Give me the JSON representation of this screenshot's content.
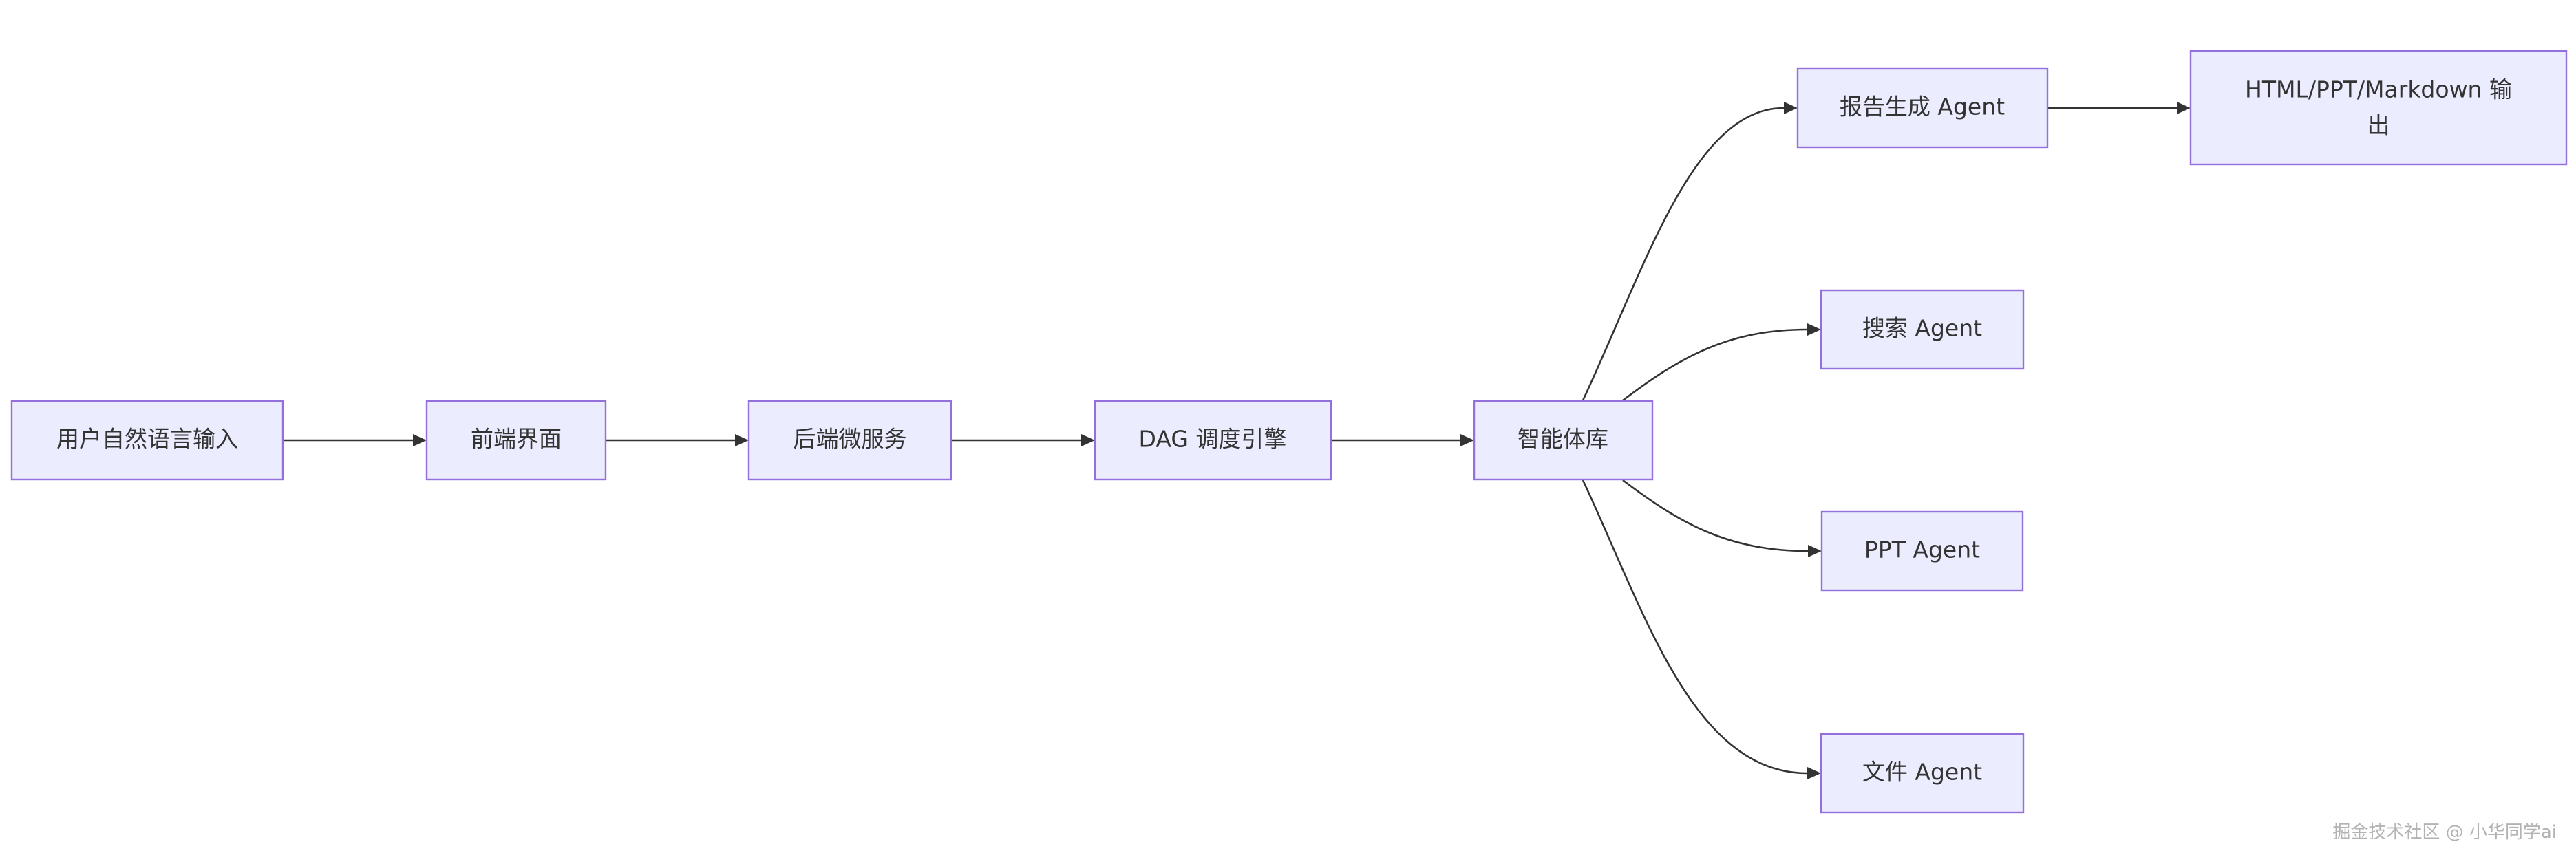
{
  "diagram": {
    "type": "flowchart",
    "direction": "LR",
    "nodes": {
      "user_input": {
        "label": "用户自然语言输入"
      },
      "frontend": {
        "label": "前端界面"
      },
      "backend": {
        "label": "后端微服务"
      },
      "dag": {
        "label": "DAG 调度引擎"
      },
      "agent_lib": {
        "label": "智能体库"
      },
      "report_agent": {
        "label": "报告生成 Agent"
      },
      "output": {
        "label_line1": "HTML/PPT/Markdown 输",
        "label_line2": "出"
      },
      "search_agent": {
        "label": "搜索 Agent"
      },
      "ppt_agent": {
        "label": "PPT Agent"
      },
      "file_agent": {
        "label": "文件 Agent"
      }
    },
    "edges": [
      [
        "user_input",
        "frontend"
      ],
      [
        "frontend",
        "backend"
      ],
      [
        "backend",
        "dag"
      ],
      [
        "dag",
        "agent_lib"
      ],
      [
        "agent_lib",
        "report_agent"
      ],
      [
        "agent_lib",
        "search_agent"
      ],
      [
        "agent_lib",
        "ppt_agent"
      ],
      [
        "agent_lib",
        "file_agent"
      ],
      [
        "report_agent",
        "output"
      ]
    ]
  },
  "watermark": "掘金技术社区 @ 小华同学ai",
  "colors": {
    "node_fill": "#ECECFF",
    "node_stroke": "#9370DB",
    "edge": "#333333",
    "text": "#333333",
    "watermark": "#B3B3B3"
  }
}
